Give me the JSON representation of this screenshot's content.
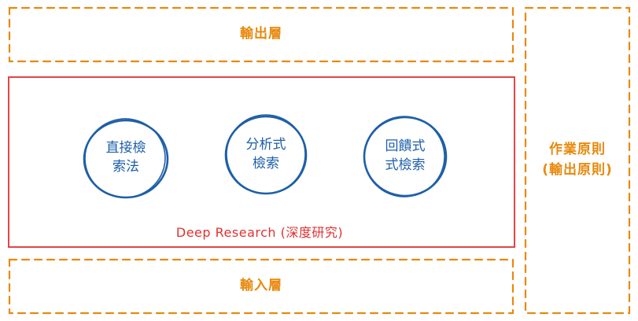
{
  "diagram": {
    "output_layer": {
      "label": "輸出層",
      "color": "#e8890c"
    },
    "input_layer": {
      "label": "輸入層",
      "color": "#e8890c"
    },
    "principles": {
      "line1": "作業原則",
      "line2": "(輸出原則)",
      "color": "#e8890c"
    },
    "deep_research": {
      "label": "Deep Research (深度研究)",
      "color": "#e03131"
    },
    "methods": [
      {
        "line1": "直接檢",
        "line2": "索法"
      },
      {
        "line1": "分析式",
        "line2": "檢索"
      },
      {
        "line1": "回饋式",
        "line2": "式檢索"
      }
    ],
    "method_color": "#1e5fa8"
  }
}
